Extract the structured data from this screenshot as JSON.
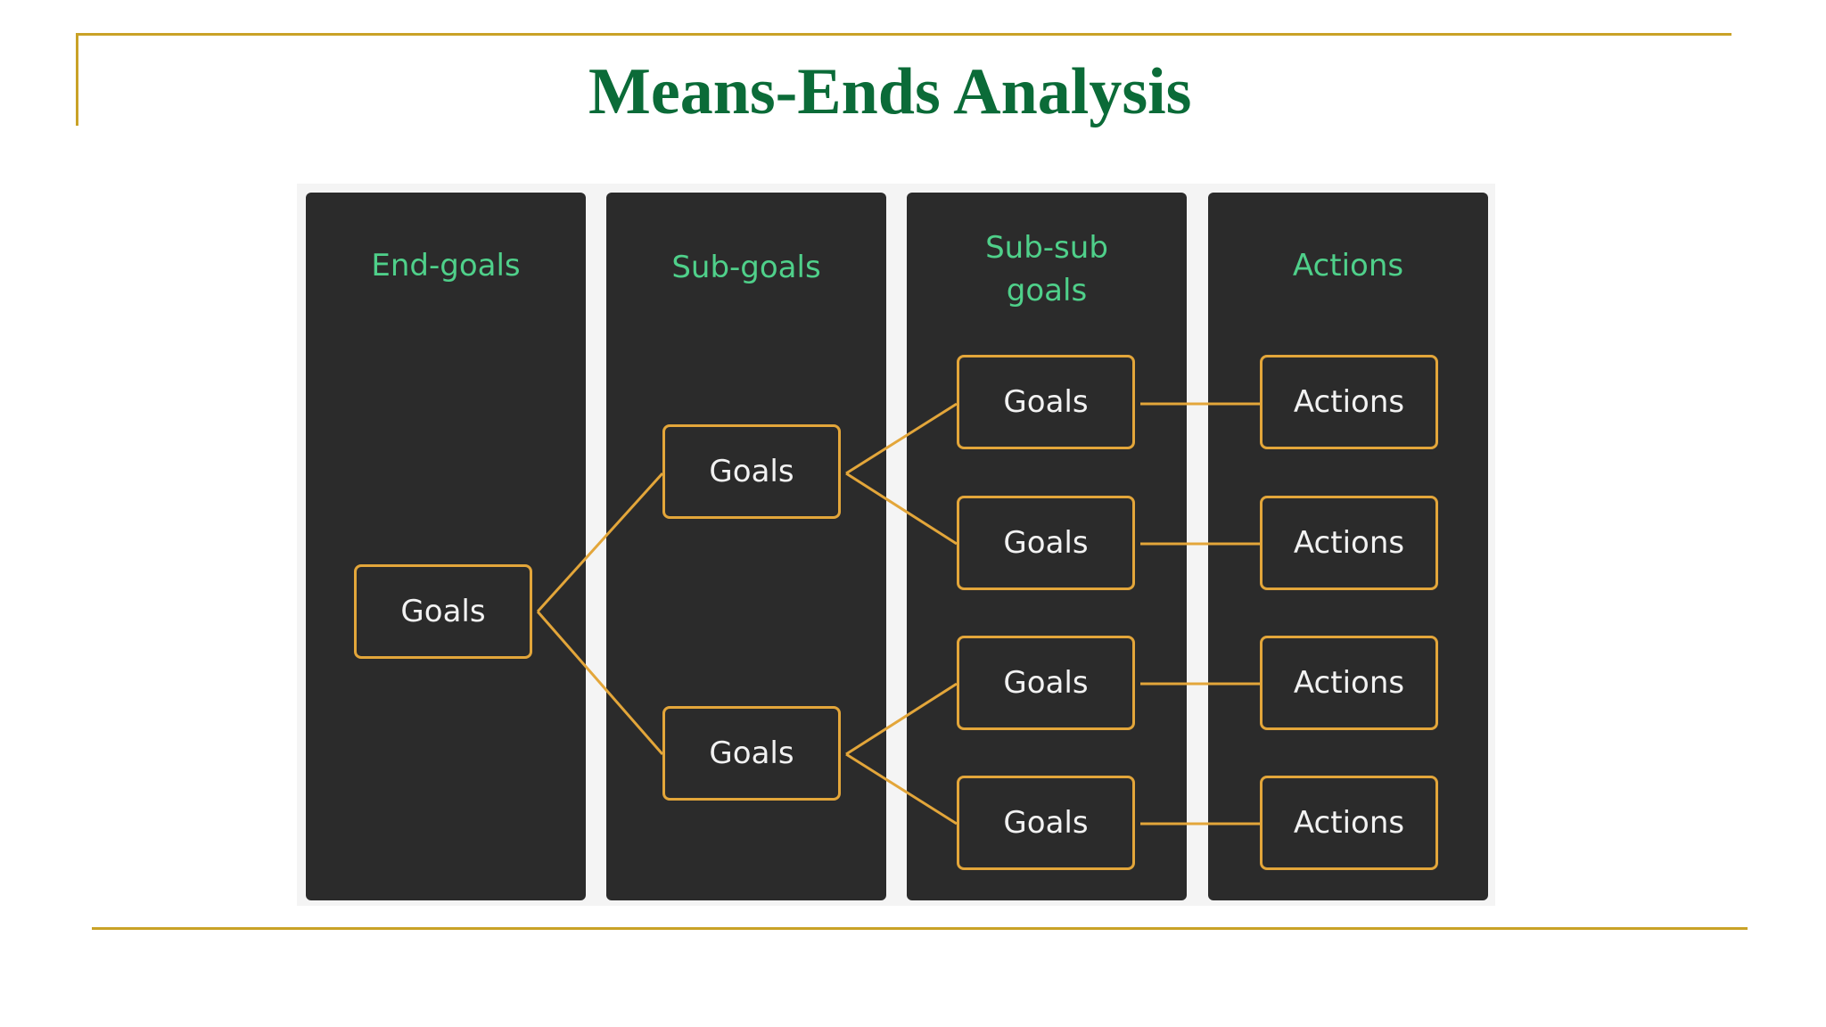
{
  "slide": {
    "title": "Means-Ends Analysis",
    "accent_color": "#c9a227",
    "title_color": "#0b6b38"
  },
  "diagram": {
    "columns": [
      {
        "header": "End-goals"
      },
      {
        "header": "Sub-goals"
      },
      {
        "header": "Sub-sub goals"
      },
      {
        "header": "Actions"
      }
    ],
    "nodes": {
      "end_goal": "Goals",
      "sub_goals": [
        "Goals",
        "Goals"
      ],
      "sub_sub_goals": [
        "Goals",
        "Goals",
        "Goals",
        "Goals"
      ],
      "actions": [
        "Actions",
        "Actions",
        "Actions",
        "Actions"
      ]
    },
    "colors": {
      "panel": "#2b2b2b",
      "header_text": "#4fd08a",
      "node_border": "#e3a63a",
      "node_text": "#f2f2f2"
    }
  }
}
